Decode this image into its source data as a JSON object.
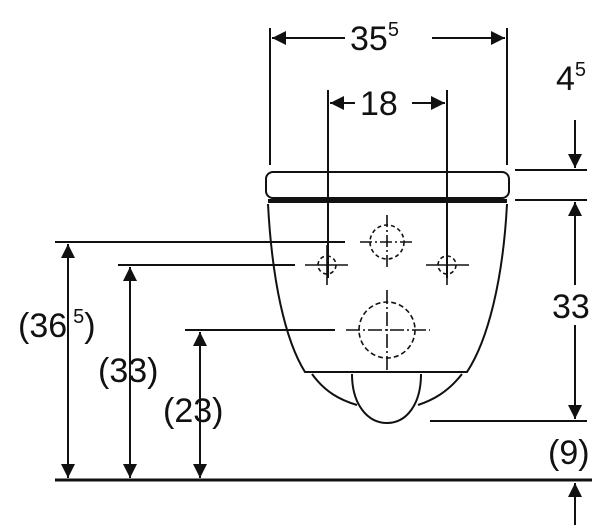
{
  "dimensions": {
    "overall_width": {
      "value": "35",
      "sup": "5"
    },
    "fixing_spacing": {
      "value": "18"
    },
    "lid_height": {
      "value": "4",
      "sup": "5"
    },
    "bowl_height": {
      "value": "33"
    },
    "floor_clearance": {
      "value": "(9)"
    },
    "top_height": {
      "value": "(36",
      "sup": "5",
      "close": ")"
    },
    "fixing_height": {
      "value": "(33)"
    },
    "outlet_height": {
      "value": "(23)"
    }
  },
  "colors": {
    "line": "#111111",
    "background": "#ffffff"
  }
}
